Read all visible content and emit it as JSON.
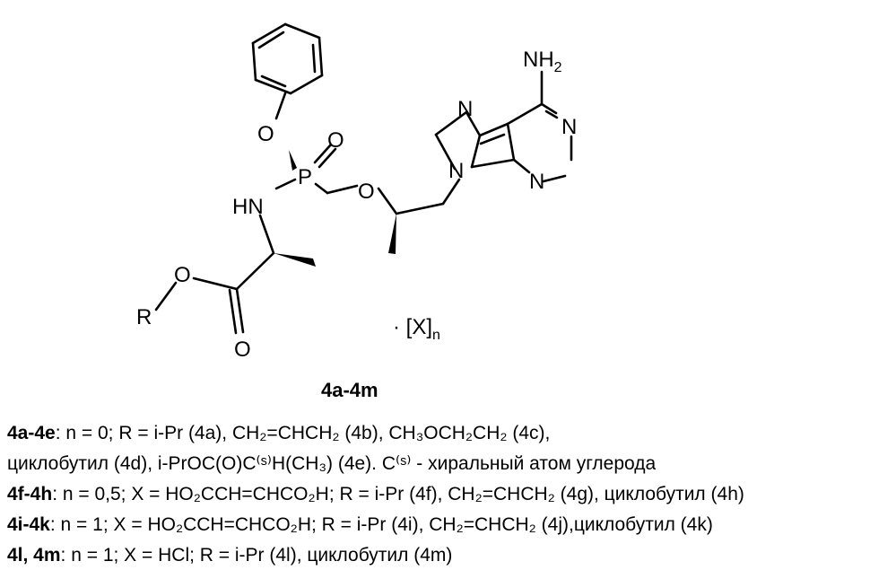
{
  "structure": {
    "atoms": {
      "nh2_n": "NH",
      "nh2_sub": "2",
      "n_top": "N",
      "n_right": "N",
      "n_bottom": "N",
      "n9": "N",
      "o_phenoxy": "O",
      "p": "P",
      "o_double": "O",
      "o_ether": "O",
      "hn": "HN",
      "o_ester": "O",
      "r": "R",
      "o_carbonyl": "O"
    },
    "salt_dot": "·",
    "salt_x": "[X]",
    "salt_n": "n"
  },
  "caption": "4a-4m",
  "lines": [
    {
      "id": "4a-4e",
      "label": "4a-4e",
      "text": ": n = 0;  R = i-Pr (4a), CH₂=CHCH₂ (4b), CH₃OCH₂CH₂ (4c),"
    },
    {
      "id": "4a-4e-cont",
      "label": "",
      "text": "циклобутил (4d), i-PrOC(O)C⁽ˢ⁾H(CH₃) (4e). C⁽ˢ⁾ - хиральный атом углерода"
    },
    {
      "id": "4f-4h",
      "label": "4f-4h",
      "text": ": n = 0,5; X = HO₂CCH=CHCO₂H; R = i-Pr (4f), CH₂=CHCH₂ (4g), циклобутил (4h)"
    },
    {
      "id": "4i-4k",
      "label": "4i-4k",
      "text": ": n = 1; X = HO₂CCH=CHCO₂H; R = i-Pr (4i), CH₂=CHCH₂ (4j),циклобутил (4k)"
    },
    {
      "id": "4l-4m",
      "label": "4l, 4m",
      "text": ": n = 1; X = HCl; R = i-Pr (4l), циклобутил (4m)"
    }
  ]
}
